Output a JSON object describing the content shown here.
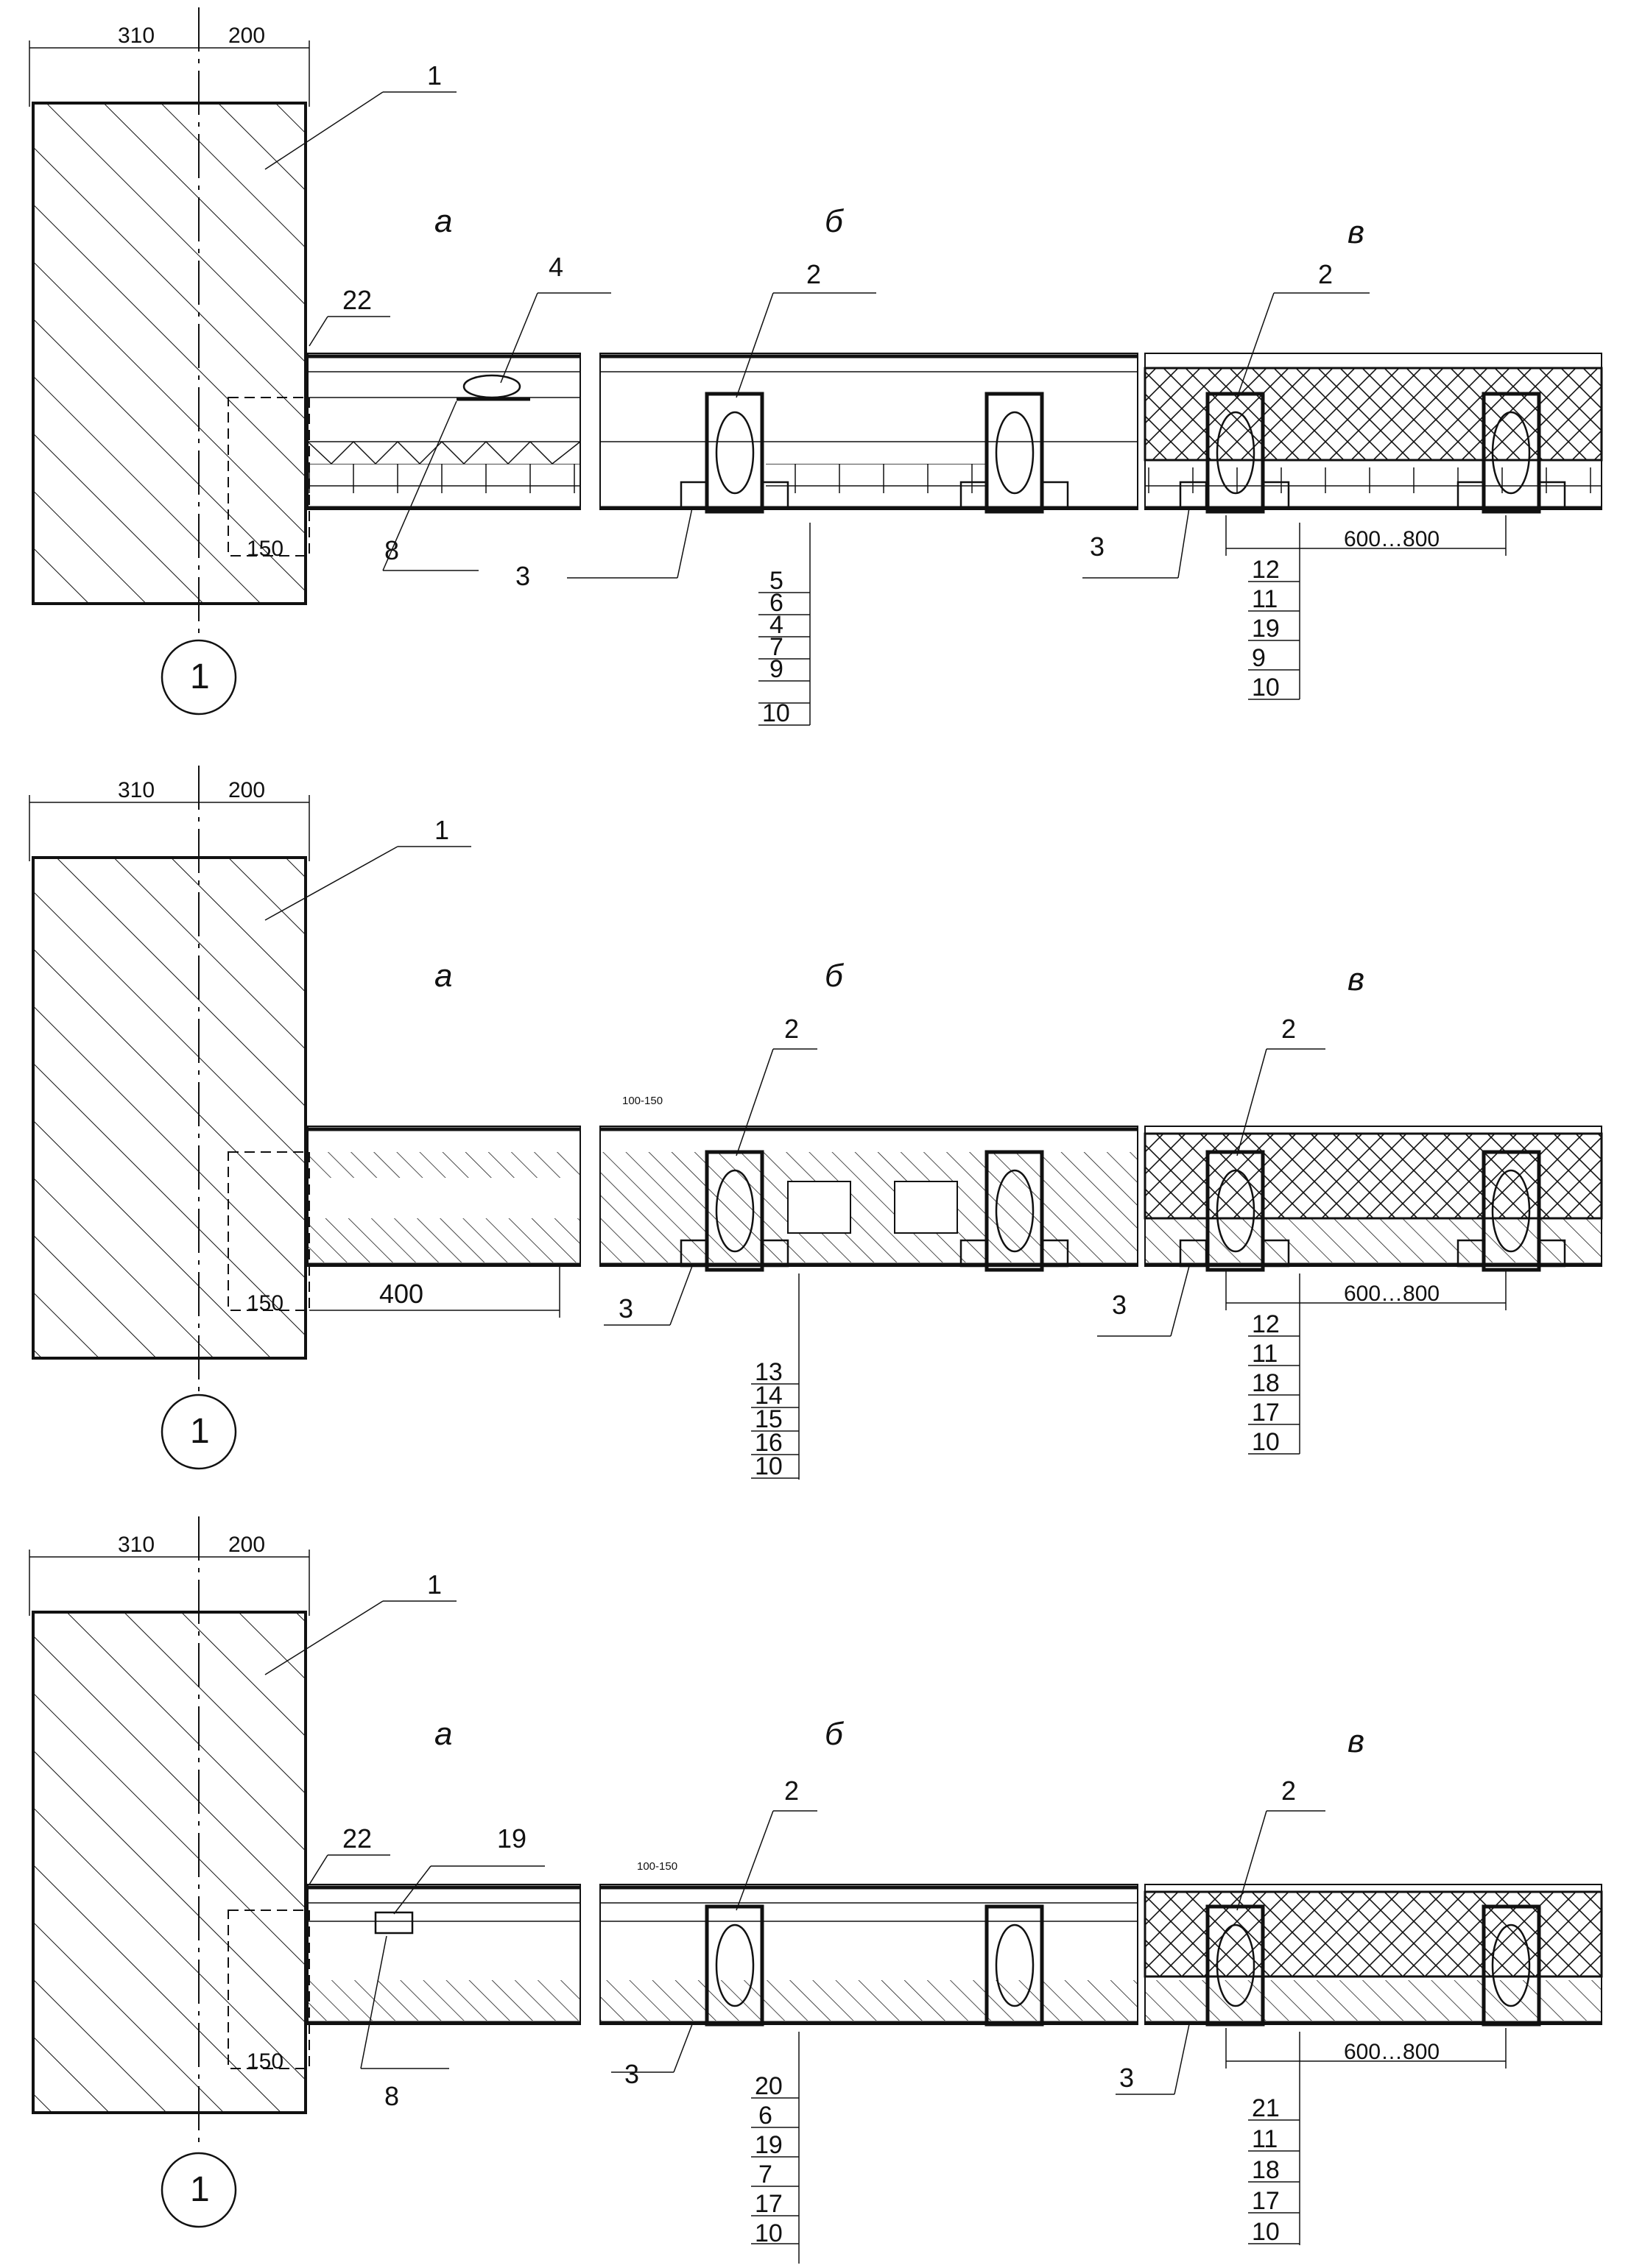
{
  "sections": [
    {
      "id": "top",
      "dims": {
        "left": "310",
        "right": "200"
      },
      "wall_label": "1",
      "axis_label": "1",
      "bearing_dim": "150",
      "variant_labels": {
        "a": "а",
        "b": "б",
        "v": "в"
      },
      "callouts": {
        "a_top": "22",
        "a_mid": "4",
        "a_bot": "8",
        "b_joist": "2",
        "b_bar": "3",
        "v_joist": "2",
        "v_bar": "3"
      },
      "span_dim": "600…800",
      "stack_b": [
        "5",
        "6",
        "4",
        "7",
        "9",
        "10"
      ],
      "stack_v": [
        "12",
        "11",
        "19",
        "9",
        "10"
      ]
    },
    {
      "id": "middle",
      "dims": {
        "left": "310",
        "right": "200"
      },
      "wall_label": "1",
      "axis_label": "1",
      "bearing_dim": "150",
      "slab_dim": "400",
      "variant_labels": {
        "a": "а",
        "b": "б",
        "v": "в"
      },
      "callouts": {
        "b_joist": "2",
        "b_bar": "3",
        "v_joist": "2",
        "v_bar": "3",
        "b_spacing": "100-150"
      },
      "span_dim": "600…800",
      "stack_b": [
        "13",
        "14",
        "15",
        "16",
        "10"
      ],
      "stack_v": [
        "12",
        "11",
        "18",
        "17",
        "10"
      ]
    },
    {
      "id": "bottom",
      "dims": {
        "left": "310",
        "right": "200"
      },
      "wall_label": "1",
      "axis_label": "1",
      "bearing_dim": "150",
      "variant_labels": {
        "a": "а",
        "b": "б",
        "v": "в"
      },
      "callouts": {
        "a_top": "22",
        "a_mid": "19",
        "a_bot": "8",
        "b_joist": "2",
        "b_bar": "3",
        "v_joist": "2",
        "v_bar": "3",
        "b_spacing": "100-150"
      },
      "span_dim": "600…800",
      "stack_b": [
        "20",
        "6",
        "19",
        "7",
        "17",
        "10"
      ],
      "stack_v": [
        "21",
        "11",
        "18",
        "17",
        "10"
      ]
    }
  ]
}
